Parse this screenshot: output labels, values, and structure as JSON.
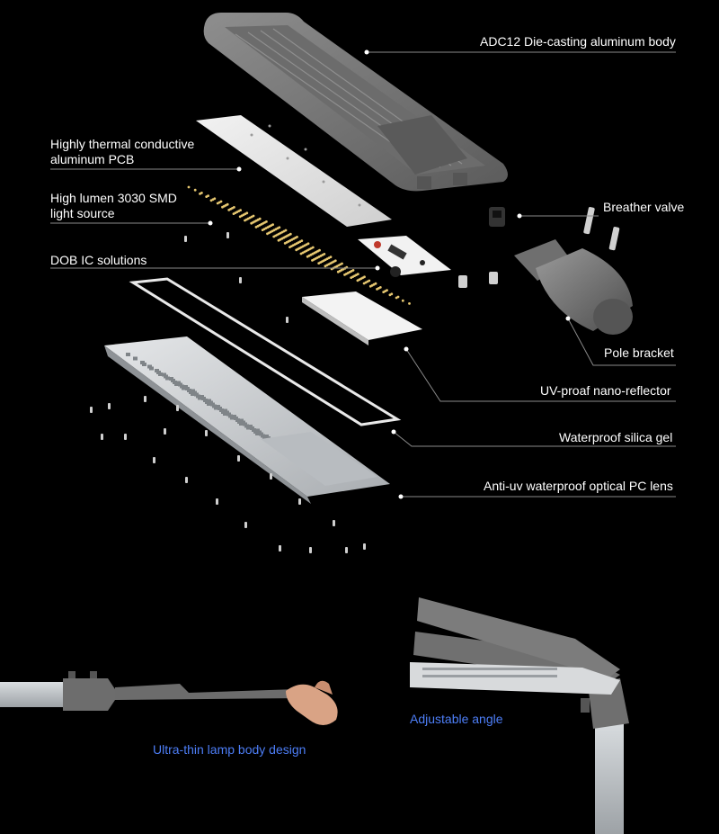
{
  "colors": {
    "background": "#000000",
    "label_text": "#ffffff",
    "caption_text": "#4d7ef7",
    "leader_line": "#8a8a8a",
    "housing": "#7a7a7a",
    "pcb": "#e6e6e6",
    "led": "#e6c770",
    "lens": "#cfd3d6"
  },
  "labels": {
    "aluminum_body": "ADC12 Die-casting aluminum body",
    "thermal_pcb_line1": "Highly thermal conductive",
    "thermal_pcb_line2": "aluminum PCB",
    "smd_line1": "High lumen 3030 SMD",
    "smd_line2": "light source",
    "breather_valve": "Breather valve",
    "dob_ic": "DOB IC solutions",
    "pole_bracket": "Pole bracket",
    "nano_reflector": "UV-proaf nano-reflector",
    "silica_gel": "Waterproof silica gel",
    "optical_lens": "Anti-uv waterproof optical PC lens"
  },
  "captions": {
    "ultra_thin": "Ultra-thin lamp body design",
    "adjustable": "Adjustable angle"
  },
  "icons": {
    "hand": "hand-icon",
    "screw": "screw-icon",
    "valve": "breather-valve-icon",
    "ic_board": "ic-board-icon"
  }
}
